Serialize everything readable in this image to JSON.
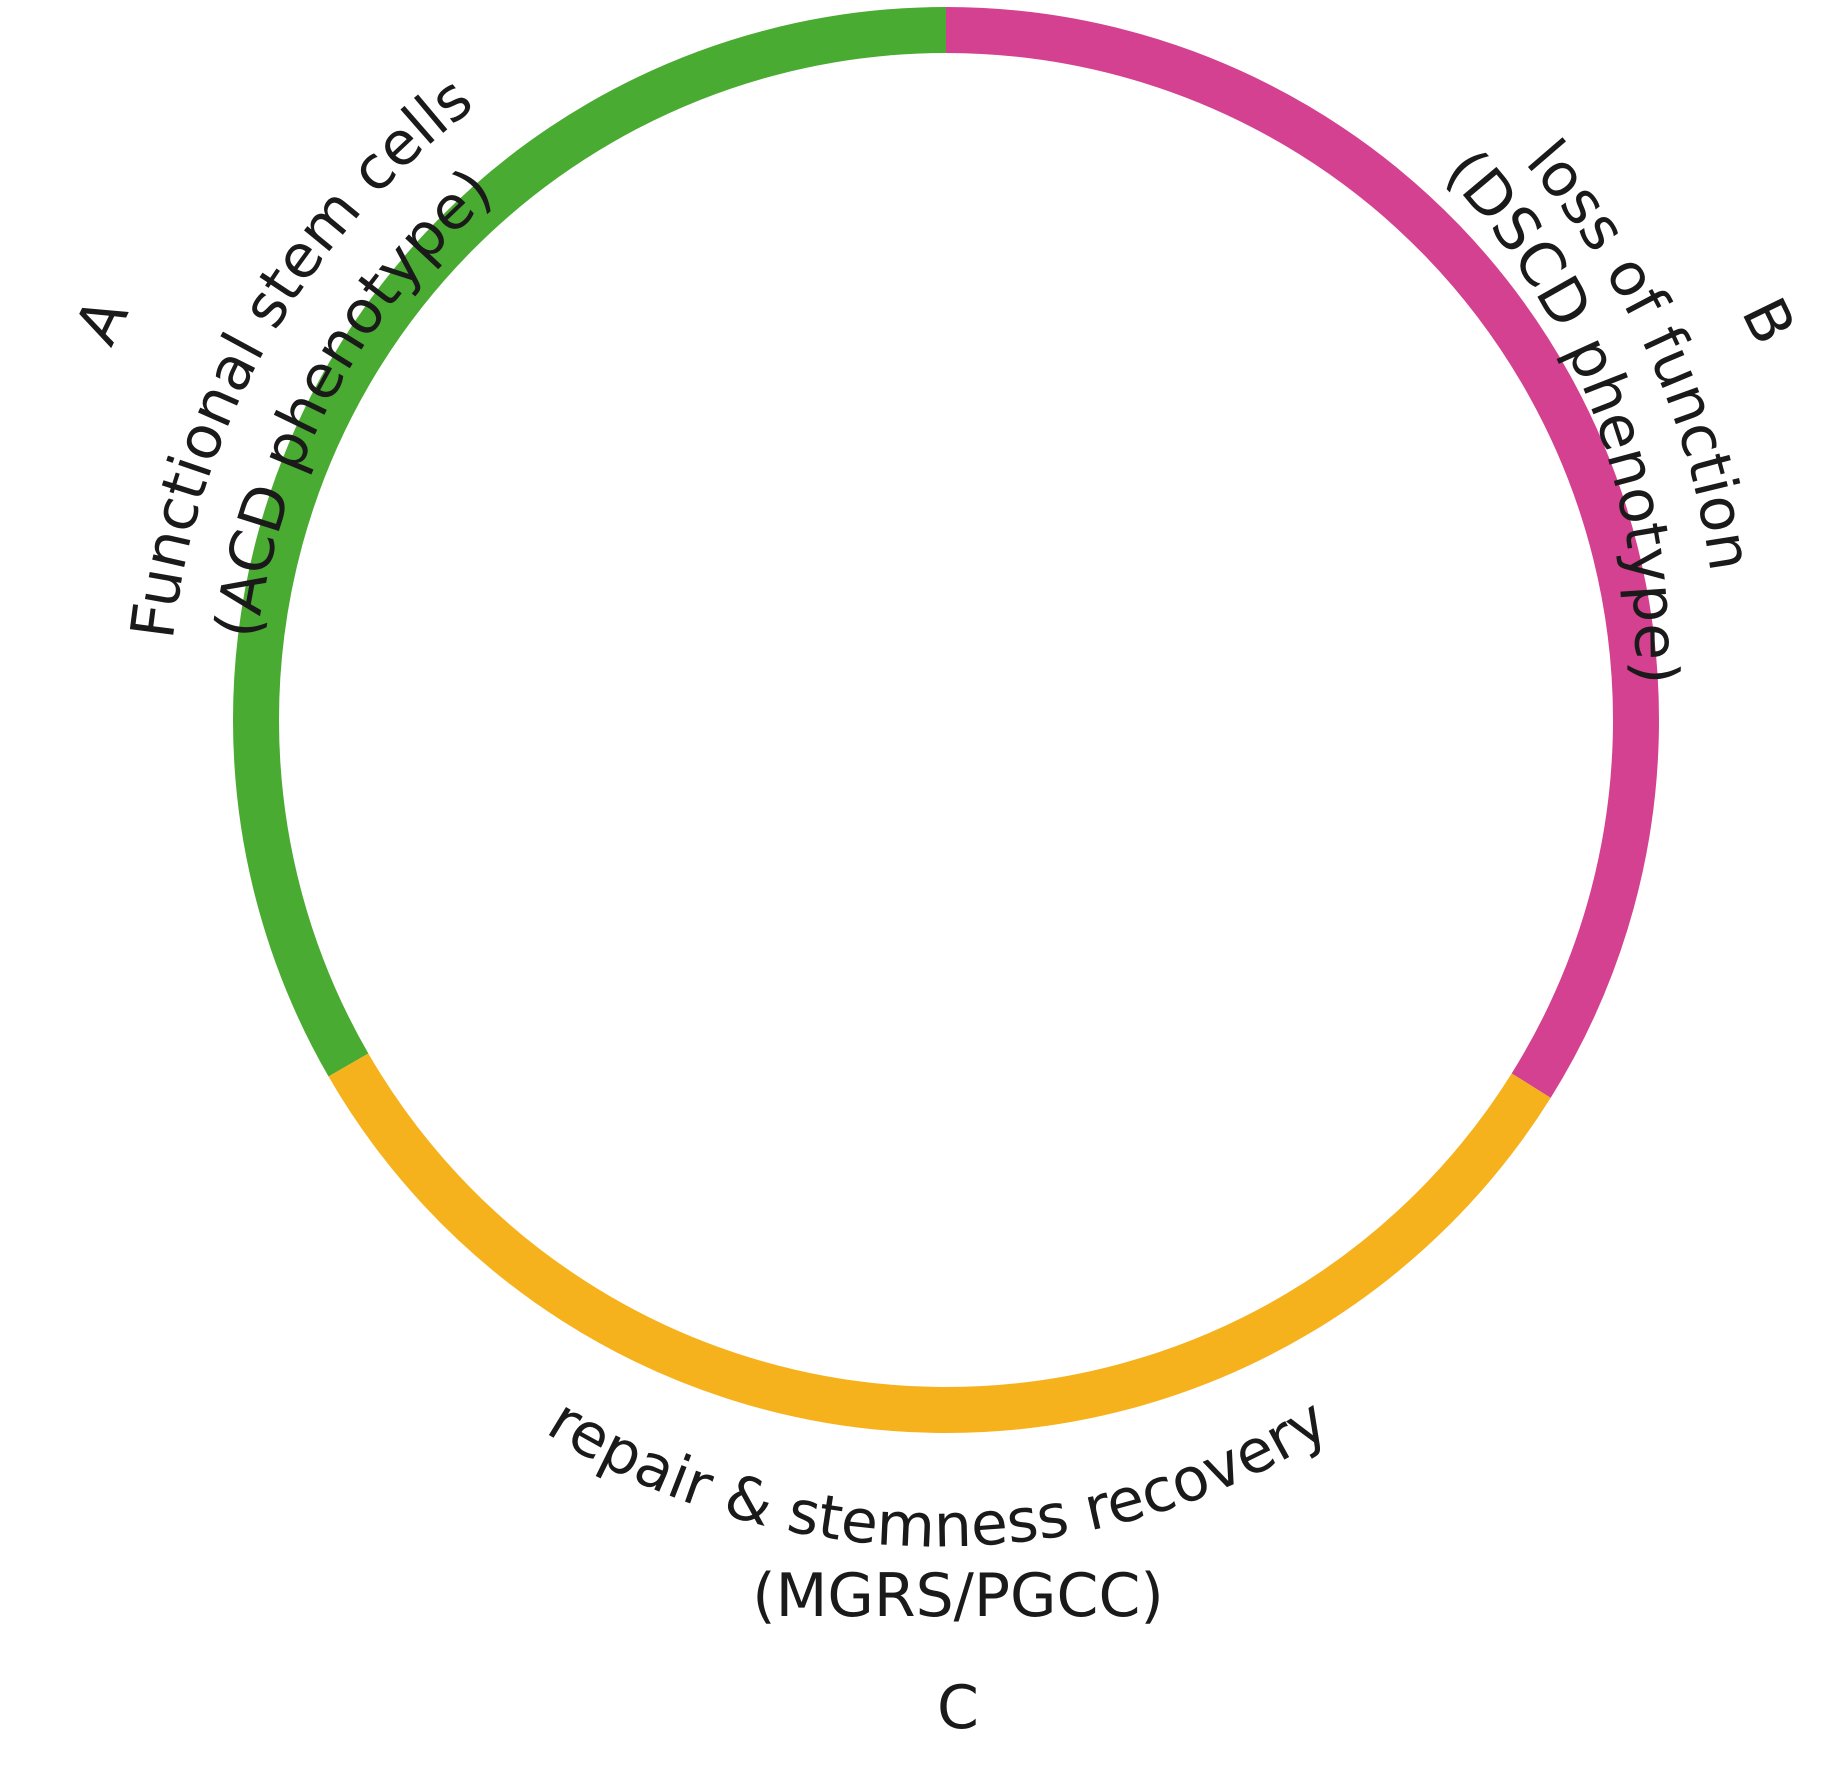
{
  "cycle": {
    "segments": [
      {
        "id": "A",
        "letter": "A",
        "line1": "Functional stem cells",
        "line2": "(ACD phenotype)",
        "color": "#4aab32",
        "start_deg": 240,
        "end_deg": 360
      },
      {
        "id": "B",
        "letter": "B",
        "line1": "loss of function",
        "line2": "(DSCD phenotype)",
        "color": "#d44190",
        "start_deg": 0,
        "end_deg": 122
      },
      {
        "id": "C",
        "letter": "C",
        "line1": "repair & stemness recovery",
        "line2": "(MGRS/PGCC)",
        "color": "#f6b21c",
        "start_deg": 122,
        "end_deg": 240
      }
    ]
  }
}
